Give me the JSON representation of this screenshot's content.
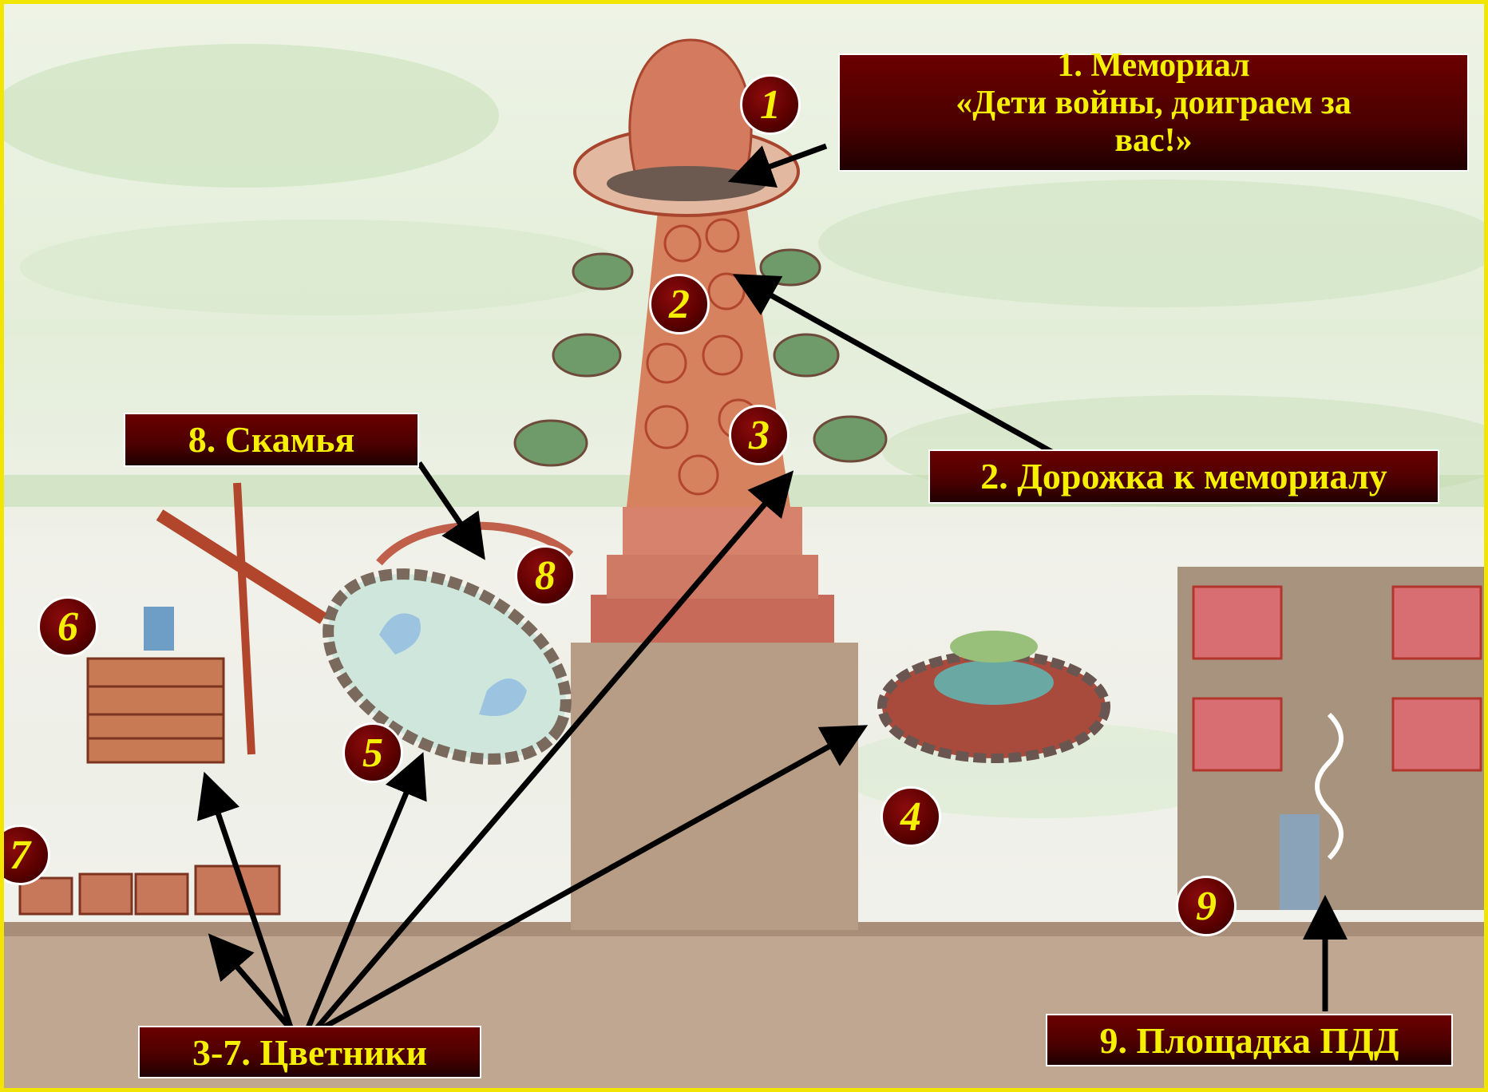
{
  "labels": {
    "memorial_line1": "1. Мемориал",
    "memorial_line2": "«Дети войны, доиграем за",
    "memorial_line3": "вас!»",
    "path": "2. Дорожка к мемориалу",
    "bench": "8. Скамья",
    "flowerbeds": "3-7. Цветники",
    "playground": "9. Площадка ПДД"
  },
  "badges": [
    "1",
    "2",
    "3",
    "4",
    "5",
    "6",
    "7",
    "8",
    "9"
  ],
  "colors": {
    "label_bg": "#5a0000",
    "label_text": "#f5f000",
    "frame": "#f2e600",
    "arrow": "#000000"
  }
}
